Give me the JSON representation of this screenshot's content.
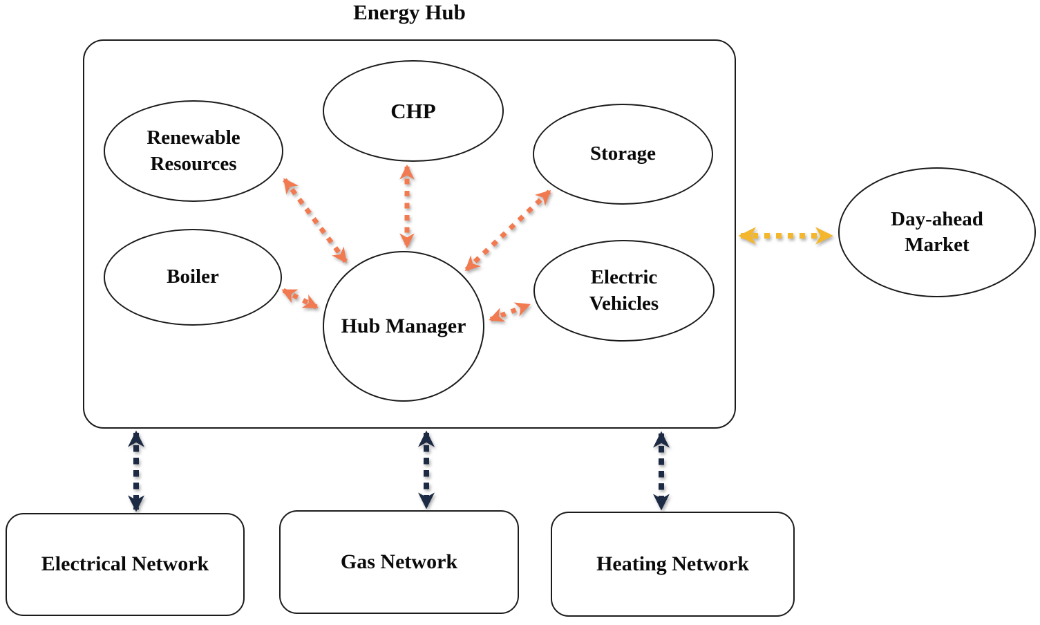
{
  "title": "Energy Hub",
  "colors": {
    "arrow-orange": "#F27A50",
    "arrow-yellow": "#F4B62D",
    "arrow-navy": "#1C2A44",
    "outline": "#1b1b1b",
    "text": "#0a0a0a"
  },
  "hub": {
    "manager": "Hub Manager",
    "components": {
      "renewable": "Renewable Resources",
      "chp": "CHP",
      "storage": "Storage",
      "boiler": "Boiler",
      "ev": "Electric Vehicles"
    }
  },
  "external": {
    "market": "Day-ahead Market"
  },
  "networks": {
    "electrical": "Electrical Network",
    "gas": "Gas Network",
    "heating": "Heating Network"
  },
  "edges": [
    {
      "from": "Hub Manager",
      "to": "Renewable Resources",
      "type": "dashed-double-arrow",
      "color": "orange"
    },
    {
      "from": "Hub Manager",
      "to": "CHP",
      "type": "dashed-double-arrow",
      "color": "orange"
    },
    {
      "from": "Hub Manager",
      "to": "Storage",
      "type": "dashed-double-arrow",
      "color": "orange"
    },
    {
      "from": "Hub Manager",
      "to": "Boiler",
      "type": "dashed-double-arrow",
      "color": "orange"
    },
    {
      "from": "Hub Manager",
      "to": "Electric Vehicles",
      "type": "dashed-double-arrow",
      "color": "orange"
    },
    {
      "from": "Energy Hub",
      "to": "Day-ahead Market",
      "type": "dashed-double-arrow",
      "color": "yellow"
    },
    {
      "from": "Energy Hub",
      "to": "Electrical Network",
      "type": "dashed-double-arrow",
      "color": "navy"
    },
    {
      "from": "Energy Hub",
      "to": "Gas Network",
      "type": "dashed-double-arrow",
      "color": "navy"
    },
    {
      "from": "Energy Hub",
      "to": "Heating Network",
      "type": "dashed-double-arrow",
      "color": "navy"
    }
  ]
}
